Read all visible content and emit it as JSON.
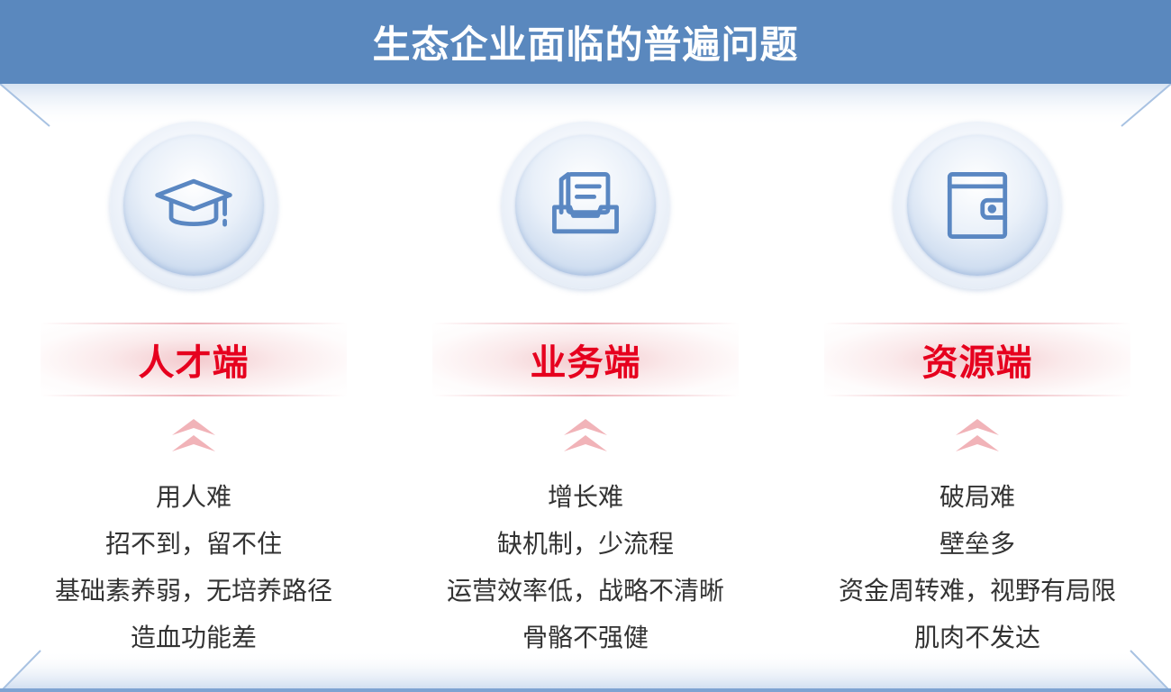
{
  "title": "生态企业面临的普遍问题",
  "colors": {
    "title_bar": "#5a88be",
    "accent_red": "#e6001e",
    "icon_stroke": "#5a87c2",
    "text": "#333333"
  },
  "columns": [
    {
      "label": "人才端",
      "icon": "graduation-cap-icon",
      "lines": [
        "用人难",
        "招不到，留不住",
        "基础素养弱，无培养路径",
        "造血功能差"
      ]
    },
    {
      "label": "业务端",
      "icon": "document-tray-icon",
      "lines": [
        "增长难",
        "缺机制，少流程",
        "运营效率低，战略不清晰",
        "骨骼不强健"
      ]
    },
    {
      "label": "资源端",
      "icon": "wallet-icon",
      "lines": [
        "破局难",
        "壁垒多",
        "资金周转难，视野有局限",
        "肌肉不发达"
      ]
    }
  ]
}
